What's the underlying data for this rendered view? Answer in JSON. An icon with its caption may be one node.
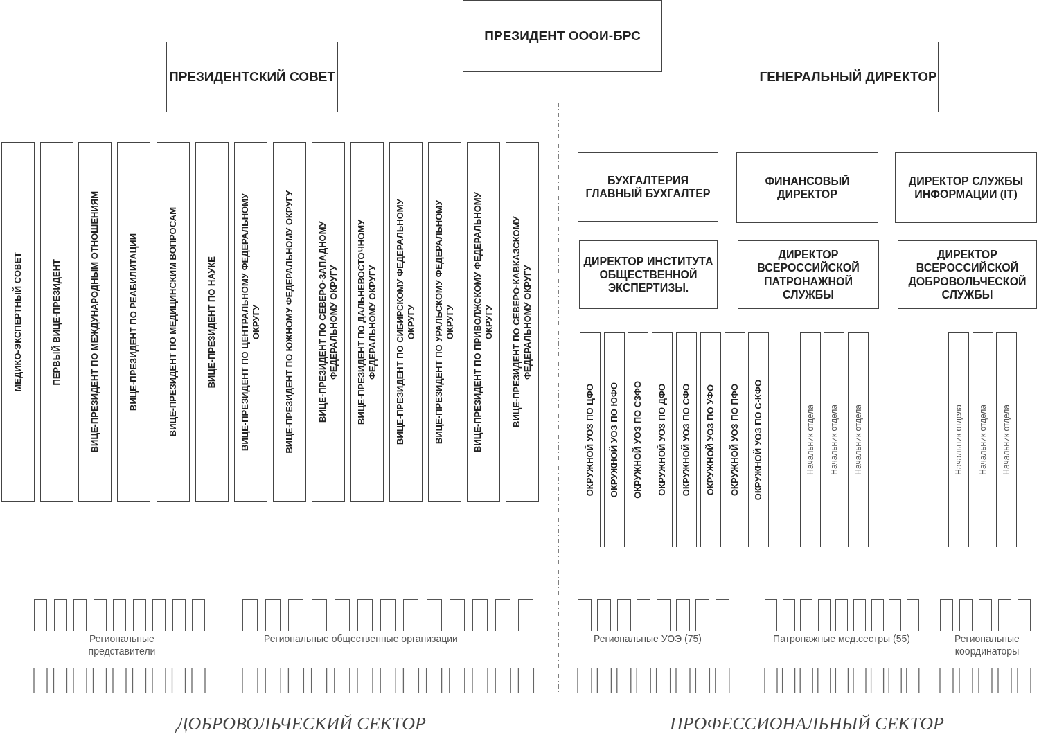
{
  "diagram": {
    "nodes": [
      {
        "text": [
          "ПРЕЗИДЕНТ ОООИ-БРС"
        ]
      },
      {
        "text": [
          "ПРЕЗИДЕНТСКИЙ СОВЕТ"
        ]
      },
      {
        "text": [
          "ГЕНЕРАЛЬНЫЙ ДИРЕКТОР"
        ]
      },
      {
        "text": [
          "МЕДИКО-ЭКСПЕРТНЫЙ СОВЕТ"
        ]
      },
      {
        "text": [
          "ПЕРВЫЙ ВИЦЕ-ПРЕЗИДЕНТ"
        ]
      },
      {
        "text": [
          "ВИЦЕ-ПРЕЗИДЕНТ ПО МЕЖДУНАРОДНЫМ ОТНОШЕНИЯМ"
        ]
      },
      {
        "text": [
          "ВИЦЕ-ПРЕЗИДЕНТ ПО РЕАБИЛИТАЦИИ"
        ]
      },
      {
        "text": [
          "ВИЦЕ-ПРЕЗИДЕНТ ПО МЕДИЦИНСКИМ ВОПРОСАМ"
        ]
      },
      {
        "text": [
          "ВИЦЕ-ПРЕЗИДЕНТ ПО НАУКЕ"
        ]
      },
      {
        "text": [
          "ВИЦЕ-ПРЕЗИДЕНТ ПО ЦЕНТРАЛЬНОМУ ФЕДЕРАЛЬНОМУ ОКРУГУ"
        ]
      },
      {
        "text": [
          "ВИЦЕ-ПРЕЗИДЕНТ ПО ЮЖНОМУ ФЕДЕРАЛЬНОМУ ОКРУГУ"
        ]
      },
      {
        "text": [
          "ВИЦЕ-ПРЕЗИДЕНТ ПО СЕВЕРО-ЗАПАДНОМУ ФЕДЕРАЛЬНОМУ ОКРУГУ"
        ]
      },
      {
        "text": [
          "ВИЦЕ-ПРЕЗИДЕНТ ПО ДАЛЬНЕВОСТОЧНОМУ ФЕДЕРАЛЬНОМУ ОКРУГУ"
        ]
      },
      {
        "text": [
          "ВИЦЕ-ПРЕЗИДЕНТ ПО СИБИРСКОМУ ФЕДЕРАЛЬНОМУ ОКРУГУ"
        ]
      },
      {
        "text": [
          "ВИЦЕ-ПРЕЗИДЕНТ ПО УРАЛЬСКОМУ ФЕДЕРАЛЬНОМУ ОКРУГУ"
        ]
      },
      {
        "text": [
          "ВИЦЕ-ПРЕЗИДЕНТ ПО ПРИВОЛЖСКОМУ ФЕДЕРАЛЬНОМУ ОКРУГУ"
        ]
      },
      {
        "text": [
          "ВИЦЕ-ПРЕЗИДЕНТ ПО СЕВЕРО-КАВКАЗСКОМУ ФЕДЕРАЛЬНОМУ ОКРУГУ"
        ]
      },
      {
        "text": [
          "БУХГАЛТЕРИЯ ГЛАВНЫЙ БУХГАЛТЕР"
        ]
      },
      {
        "text": [
          "ФИНАНСОВЫЙ ДИРЕКТОР"
        ]
      },
      {
        "text": [
          "ДИРЕКТОР СЛУЖБЫ ИНФОРМАЦИИ (IT)"
        ]
      },
      {
        "text": [
          "ДИРЕКТОР ИНСТИТУТА ОБЩЕСТВЕННОЙ ЭКСПЕРТИЗЫ."
        ]
      },
      {
        "text": [
          "ДИРЕКТОР ВСЕРОССИЙСКОЙ ПАТРОНАЖНОЙ СЛУЖБЫ"
        ]
      },
      {
        "text": [
          "ДИРЕКТОР ВСЕРОССИЙСКОЙ ДОБРОВОЛЬЧЕСКОЙ СЛУЖБЫ"
        ]
      },
      {
        "text": [
          "ОКРУЖНОЙ УОЗ ПО ЦФО"
        ]
      },
      {
        "text": [
          "ОКРУЖНОЙ УОЗ ПО ЮФО"
        ]
      },
      {
        "text": [
          "ОКРУЖНОЙ УОЗ ПО СЗФО"
        ]
      },
      {
        "text": [
          "ОКРУЖНОЙ УОЗ ПО ДФО"
        ]
      },
      {
        "text": [
          "ОКРУЖНОЙ УОЗ ПО СФО"
        ]
      },
      {
        "text": [
          "ОКРУЖНОЙ УОЗ ПО УФО"
        ]
      },
      {
        "text": [
          "ОКРУЖНОЙ УОЗ ПО ПФО"
        ]
      },
      {
        "text": [
          "ОКРУЖНОЙ УОЗ ПО С-КФО"
        ]
      },
      {
        "text": [
          "Начальник отдела"
        ]
      },
      {
        "text": [
          "Начальник отдела"
        ]
      },
      {
        "text": [
          "Начальник отдела"
        ]
      },
      {
        "text": [
          "Начальник отдела"
        ]
      },
      {
        "text": [
          "Начальник отдела"
        ]
      },
      {
        "text": [
          "Начальник отдела"
        ]
      },
      {
        "text": [],
        "shape": "box"
      },
      {
        "text": [],
        "shape": "box"
      },
      {
        "text": [],
        "shape": "box"
      },
      {
        "text": [],
        "shape": "box"
      },
      {
        "text": [],
        "shape": "box"
      },
      {
        "text": [],
        "shape": "box"
      },
      {
        "text": [],
        "shape": "box"
      },
      {
        "text": [],
        "shape": "box"
      },
      {
        "text": [],
        "shape": "box"
      },
      {
        "text": [],
        "shape": "box"
      },
      {
        "text": [],
        "shape": "box"
      },
      {
        "text": [],
        "shape": "box"
      },
      {
        "text": [],
        "shape": "box"
      },
      {
        "text": [],
        "shape": "box"
      },
      {
        "text": [],
        "shape": "box"
      },
      {
        "text": [],
        "shape": "box"
      },
      {
        "text": [],
        "shape": "box"
      },
      {
        "text": [],
        "shape": "box"
      },
      {
        "text": [],
        "shape": "box"
      },
      {
        "text": [],
        "shape": "box"
      },
      {
        "text": [],
        "shape": "box"
      },
      {
        "text": [],
        "shape": "box"
      },
      {
        "text": [],
        "shape": "box"
      },
      {
        "text": [],
        "shape": "box"
      },
      {
        "text": [],
        "shape": "box"
      },
      {
        "text": [],
        "shape": "box"
      },
      {
        "text": [],
        "shape": "box"
      },
      {
        "text": [],
        "shape": "box"
      },
      {
        "text": [],
        "shape": "box"
      },
      {
        "text": [],
        "shape": "box"
      },
      {
        "text": [],
        "shape": "box"
      },
      {
        "text": [],
        "shape": "box"
      },
      {
        "text": [],
        "shape": "box"
      },
      {
        "text": [],
        "shape": "box"
      },
      {
        "text": [],
        "shape": "box"
      },
      {
        "text": [],
        "shape": "box"
      },
      {
        "text": [],
        "shape": "box"
      },
      {
        "text": [],
        "shape": "box"
      },
      {
        "text": [],
        "shape": "box"
      },
      {
        "text": [],
        "shape": "box"
      },
      {
        "text": [],
        "shape": "box"
      },
      {
        "text": [],
        "shape": "box"
      },
      {
        "text": [],
        "shape": "box"
      },
      {
        "text": [],
        "shape": "box"
      }
    ],
    "labels": [
      "Региональные представители",
      "Региональные общественные организации",
      "Региональные УОЭ (75)",
      "Патронажные мед.сестры (55)",
      "Региональные координаторы",
      "ДОБРОВОЛЬЧЕСКИЙ СЕКТОР",
      "ПРОФЕССИОНАЛЬНЫЙ СЕКТОР"
    ]
  }
}
